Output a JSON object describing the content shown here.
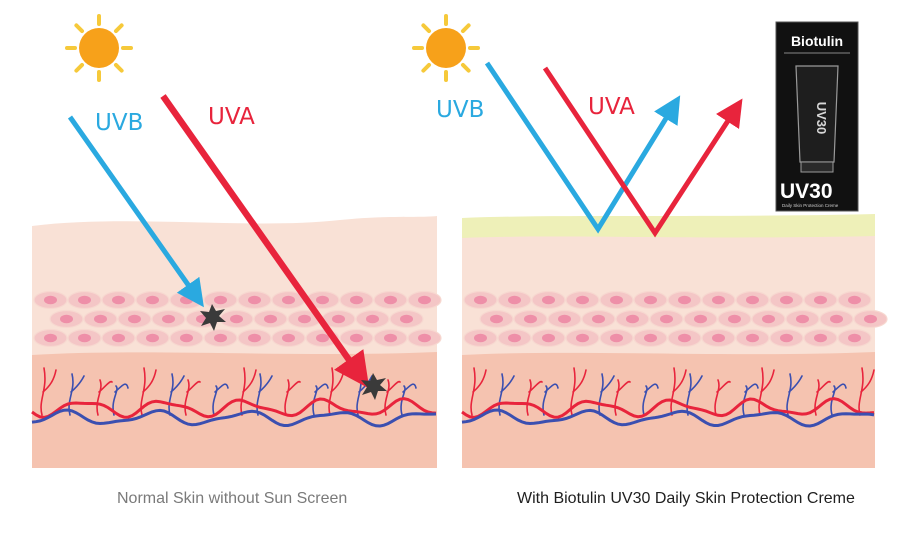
{
  "left_panel": {
    "uvb_label": "UVB",
    "uva_label": "UVA",
    "caption": "Normal Skin without Sun Screen"
  },
  "right_panel": {
    "uvb_label": "UVB",
    "uva_label": "UVA",
    "caption": "With Biotulin UV30 Daily Skin Protection Creme"
  },
  "product": {
    "brand": "Biotulin",
    "tube_text": "UV30",
    "subtitle": "Daily Skin Protection Creme"
  },
  "colors": {
    "uvb": "#2aa9e0",
    "uva": "#e8243c",
    "sun": "#f7a11a",
    "sun_rays": "#f6c93a",
    "sunscreen_layer": "#eef0b8",
    "epidermis": "#f9e1d6",
    "cell_fill": "#f4c6c6",
    "nucleus": "#ee8fa8",
    "dermis": "#f5c3b0",
    "artery": "#e8243c",
    "vein": "#3b4fb0"
  }
}
